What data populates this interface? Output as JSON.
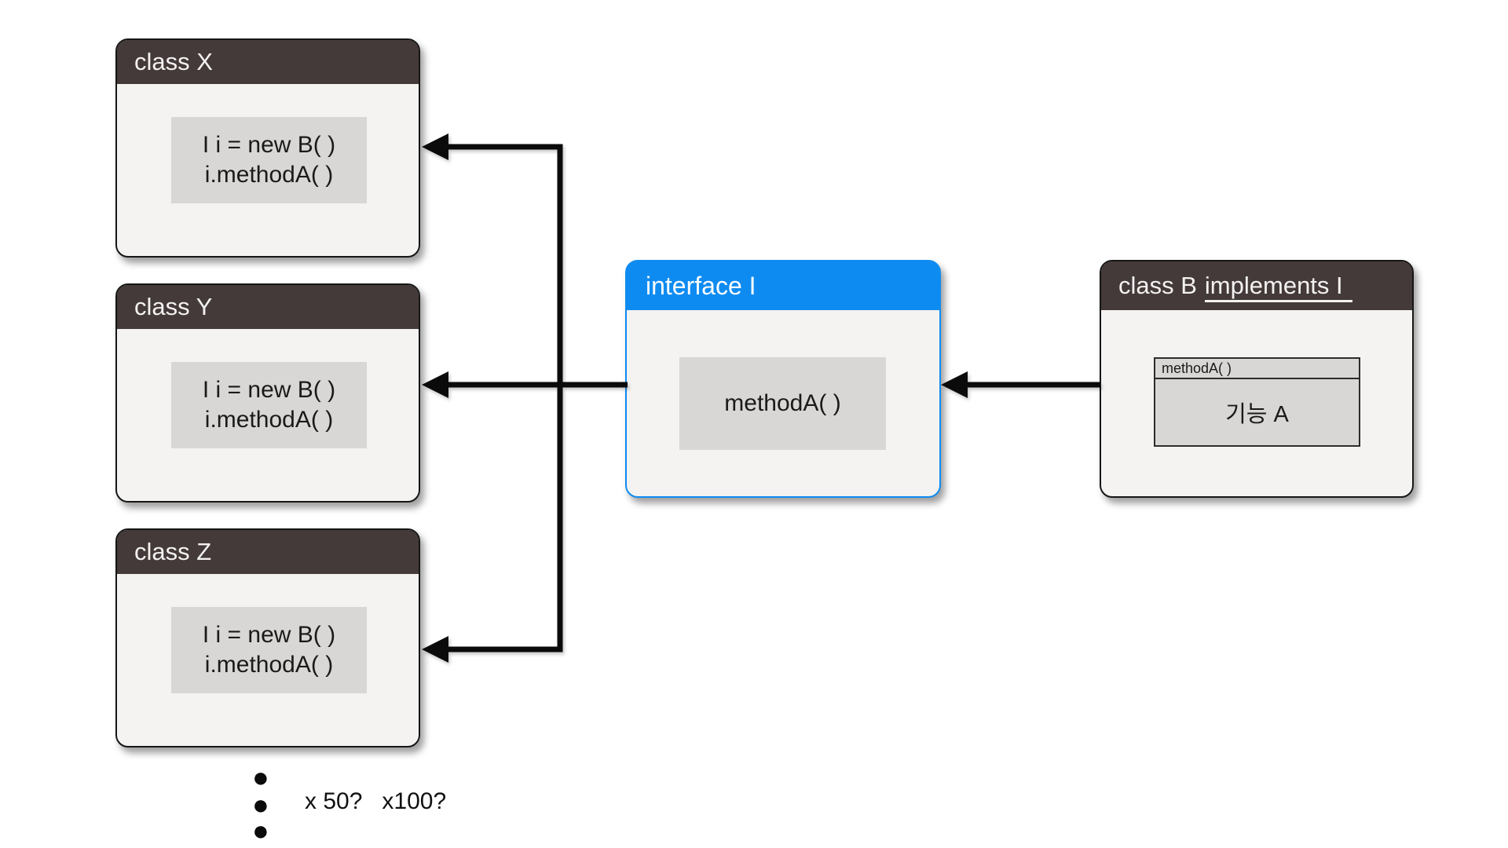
{
  "colors": {
    "class_header_bg": "#443a3a",
    "interface_header_bg": "#0e8bf1",
    "interface_border": "#0e8bf1",
    "box_body_bg": "#f4f3f1",
    "inner_box_bg": "#d8d7d5",
    "box_border": "#161616",
    "arrow": "#0b0b0b",
    "title_text": "#f4f1f1"
  },
  "client_classes": [
    {
      "title": "class X",
      "code_line1": "I i = new B( )",
      "code_line2": "i.methodA( )"
    },
    {
      "title": "class Y",
      "code_line1": "I i = new B( )",
      "code_line2": "i.methodA( )"
    },
    {
      "title": "class Z",
      "code_line1": "I i = new B( )",
      "code_line2": "i.methodA( )"
    }
  ],
  "interface_box": {
    "title": "interface I",
    "method_label": "methodA( )"
  },
  "implementation_box": {
    "title_prefix": "class B",
    "title_underlined": "implements I",
    "method_signature": "methodA( )",
    "method_body_label": "기능 A"
  },
  "ellipsis": {
    "glyph": "●"
  },
  "annotation": {
    "text": "x 50?   x100?"
  }
}
